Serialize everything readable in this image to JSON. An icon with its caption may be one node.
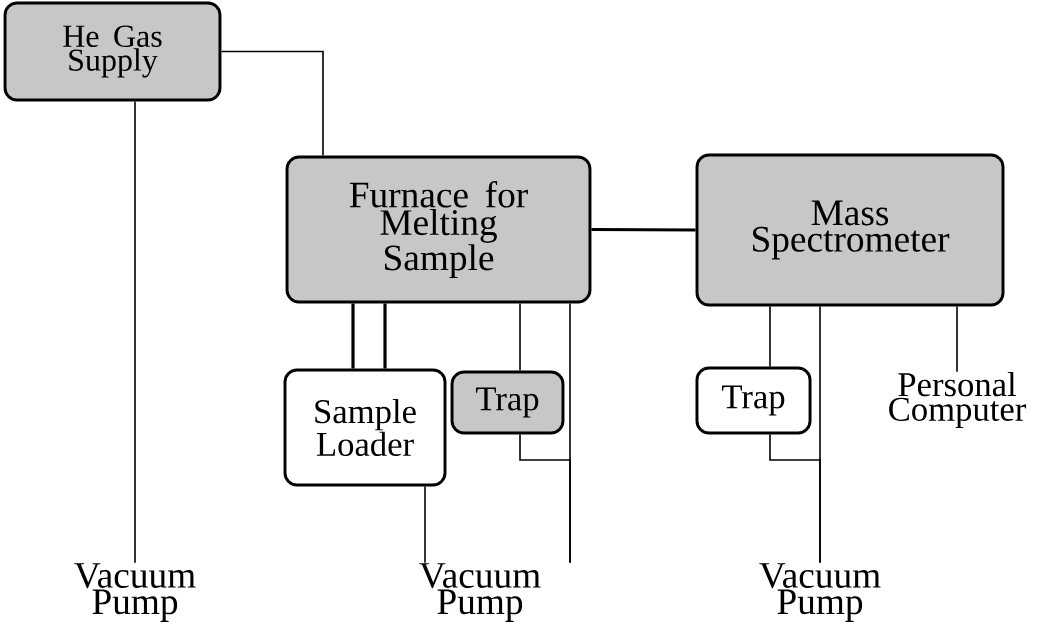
{
  "diagram": {
    "nodes": [
      {
        "text": [
          "He Gas Supply"
        ]
      },
      {
        "text": [
          "Furnace for Melting Sample"
        ]
      },
      {
        "text": [
          "Mass Spectrometer"
        ]
      },
      {
        "text": [
          "Sample Loader"
        ]
      },
      {
        "text": [
          "Trap"
        ]
      },
      {
        "text": [
          "Trap"
        ]
      },
      {
        "text": [
          "Personal Computer"
        ]
      },
      {
        "text": [
          "Vacuum Pump"
        ]
      },
      {
        "text": [
          "Vacuum Pump"
        ]
      },
      {
        "text": [
          "Vacuum Pump"
        ]
      }
    ],
    "edges": [
      {
        "from": 0,
        "to": 1,
        "arrow": "none"
      },
      {
        "from": 0,
        "to": 7,
        "arrow": "none"
      },
      {
        "from": 1,
        "to": 2,
        "arrow": "none",
        "style": "thick"
      },
      {
        "from": 1,
        "to": 3,
        "arrow": "none",
        "style": "thick"
      },
      {
        "from": 1,
        "to": 3,
        "arrow": "none",
        "style": "thick"
      },
      {
        "from": 1,
        "to": 4,
        "arrow": "none"
      },
      {
        "from": 1,
        "to": 8,
        "arrow": "none"
      },
      {
        "from": 3,
        "to": 8,
        "arrow": "none"
      },
      {
        "from": 4,
        "to": 8,
        "arrow": "none"
      },
      {
        "from": 2,
        "to": 5,
        "arrow": "none"
      },
      {
        "from": 2,
        "to": 9,
        "arrow": "none"
      },
      {
        "from": 5,
        "to": 9,
        "arrow": "none"
      },
      {
        "from": 2,
        "to": 6,
        "arrow": "none"
      }
    ]
  }
}
